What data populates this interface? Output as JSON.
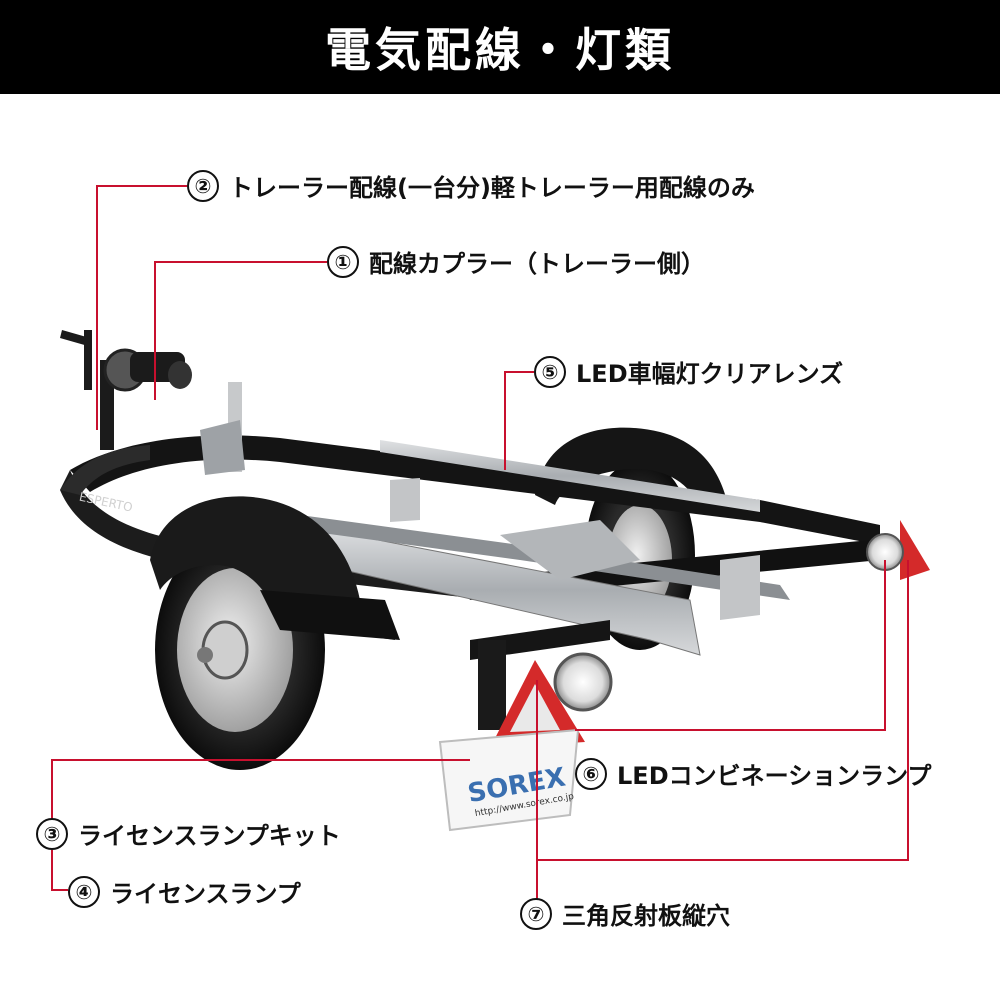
{
  "header": {
    "title": "電気配線・灯類"
  },
  "plate": {
    "brand": "SOREX",
    "url": "http://www.sorex.co.jp"
  },
  "trailer": {
    "model": "ESPERTO"
  },
  "colors": {
    "leader": "#c8102e",
    "frame": "#141414",
    "galvanized": "#b9bcbf",
    "reflector": "#d42a2a"
  },
  "callouts": [
    {
      "num": "②",
      "label": "トレーラー配線(一台分)軽トレーラー用配線のみ"
    },
    {
      "num": "①",
      "label": "配線カプラー（トレーラー側）"
    },
    {
      "num": "⑤",
      "label": "LED車幅灯クリアレンズ"
    },
    {
      "num": "⑥",
      "label": "LEDコンビネーションランプ"
    },
    {
      "num": "③",
      "label": "ライセンスランプキット"
    },
    {
      "num": "④",
      "label": "ライセンスランプ"
    },
    {
      "num": "⑦",
      "label": "三角反射板縦穴"
    }
  ]
}
